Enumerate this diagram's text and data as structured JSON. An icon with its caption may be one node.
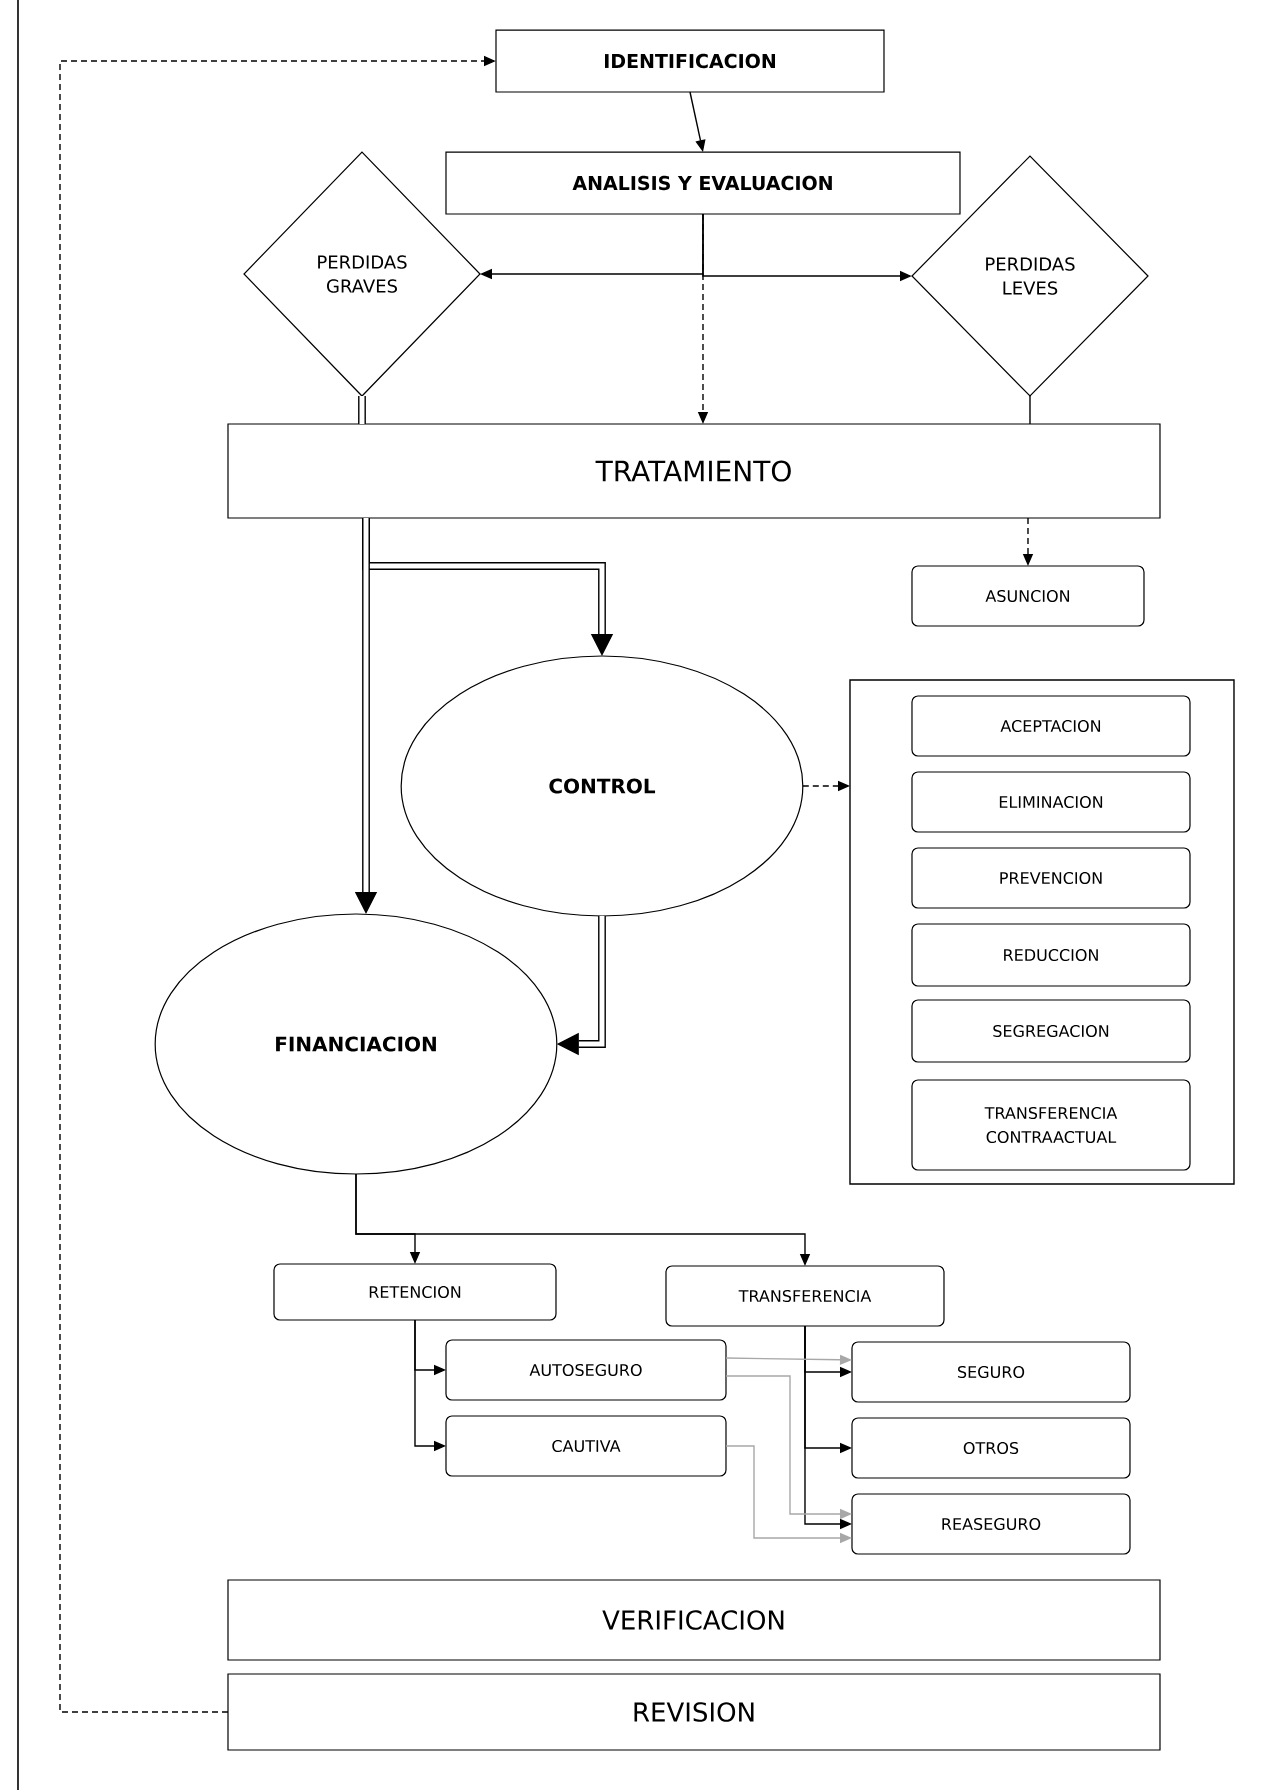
{
  "diagram": {
    "nodes": [
      {
        "text": [
          "IDENTIFICACION"
        ]
      },
      {
        "text": [
          "ANALISIS Y EVALUACION"
        ]
      },
      {
        "text": [
          "PERDIDAS GRAVES"
        ]
      },
      {
        "text": [
          "PERDIDAS LEVES"
        ]
      },
      {
        "text": [
          "TRATAMIENTO"
        ]
      },
      {
        "text": [
          "ASUNCION"
        ]
      },
      {
        "text": [
          "CONTROL"
        ]
      },
      {
        "text": [],
        "shape": "box"
      },
      {
        "text": [
          "ACEPTACION"
        ],
        "in": 7
      },
      {
        "text": [
          "ELIMINACION"
        ],
        "in": 7
      },
      {
        "text": [
          "PREVENCION"
        ],
        "in": 7
      },
      {
        "text": [
          "REDUCCION"
        ],
        "in": 7
      },
      {
        "text": [
          "SEGREGACION"
        ],
        "in": 7
      },
      {
        "text": [
          "TRANSFERENCIA CONTRAACTUAL"
        ],
        "in": 7
      },
      {
        "text": [
          "FINANCIACION"
        ]
      },
      {
        "text": [
          "RETENCION"
        ]
      },
      {
        "text": [
          "TRANSFERENCIA"
        ]
      },
      {
        "text": [
          "AUTOSEGURO"
        ]
      },
      {
        "text": [
          "CAUTIVA"
        ]
      },
      {
        "text": [
          "SEGURO"
        ]
      },
      {
        "text": [
          "OTROS"
        ]
      },
      {
        "text": [
          "REASEGURO"
        ]
      },
      {
        "text": [
          "VERIFICACION"
        ]
      },
      {
        "text": [
          "REVISION"
        ]
      }
    ],
    "edges": [
      {
        "from": 0,
        "to": 1,
        "arrow": "to"
      },
      {
        "from": 1,
        "to": 2,
        "arrow": "to"
      },
      {
        "from": 1,
        "to": 3,
        "arrow": "to"
      },
      {
        "from": 1,
        "to": 4,
        "arrow": "to",
        "style": "dashed"
      },
      {
        "from": 2,
        "to": 4,
        "arrow": "none",
        "style": "thick"
      },
      {
        "from": 3,
        "to": 4,
        "arrow": "none"
      },
      {
        "from": 4,
        "to": 5,
        "arrow": "to",
        "style": "dashed"
      },
      {
        "from": 4,
        "to": 6,
        "arrow": "to",
        "style": "thick"
      },
      {
        "from": 4,
        "to": 14,
        "arrow": "to",
        "style": "thick"
      },
      {
        "from": 6,
        "to": 7,
        "arrow": "to",
        "style": "dashed"
      },
      {
        "from": 6,
        "to": 14,
        "arrow": "to",
        "style": "thick"
      },
      {
        "from": 14,
        "to": 15,
        "arrow": "to"
      },
      {
        "from": 14,
        "to": 16,
        "arrow": "to"
      },
      {
        "from": 15,
        "to": 17,
        "arrow": "to"
      },
      {
        "from": 15,
        "to": 18,
        "arrow": "to"
      },
      {
        "from": 16,
        "to": 19,
        "arrow": "to"
      },
      {
        "from": 16,
        "to": 20,
        "arrow": "to"
      },
      {
        "from": 16,
        "to": 21,
        "arrow": "to"
      },
      {
        "from": 17,
        "to": 19,
        "arrow": "to",
        "color": "#a8a8a8"
      },
      {
        "from": 17,
        "to": 21,
        "arrow": "to",
        "color": "#a8a8a8"
      },
      {
        "from": 18,
        "to": 21,
        "arrow": "to",
        "color": "#a8a8a8"
      },
      {
        "from": 23,
        "to": 0,
        "arrow": "to",
        "style": "dashed"
      }
    ]
  }
}
